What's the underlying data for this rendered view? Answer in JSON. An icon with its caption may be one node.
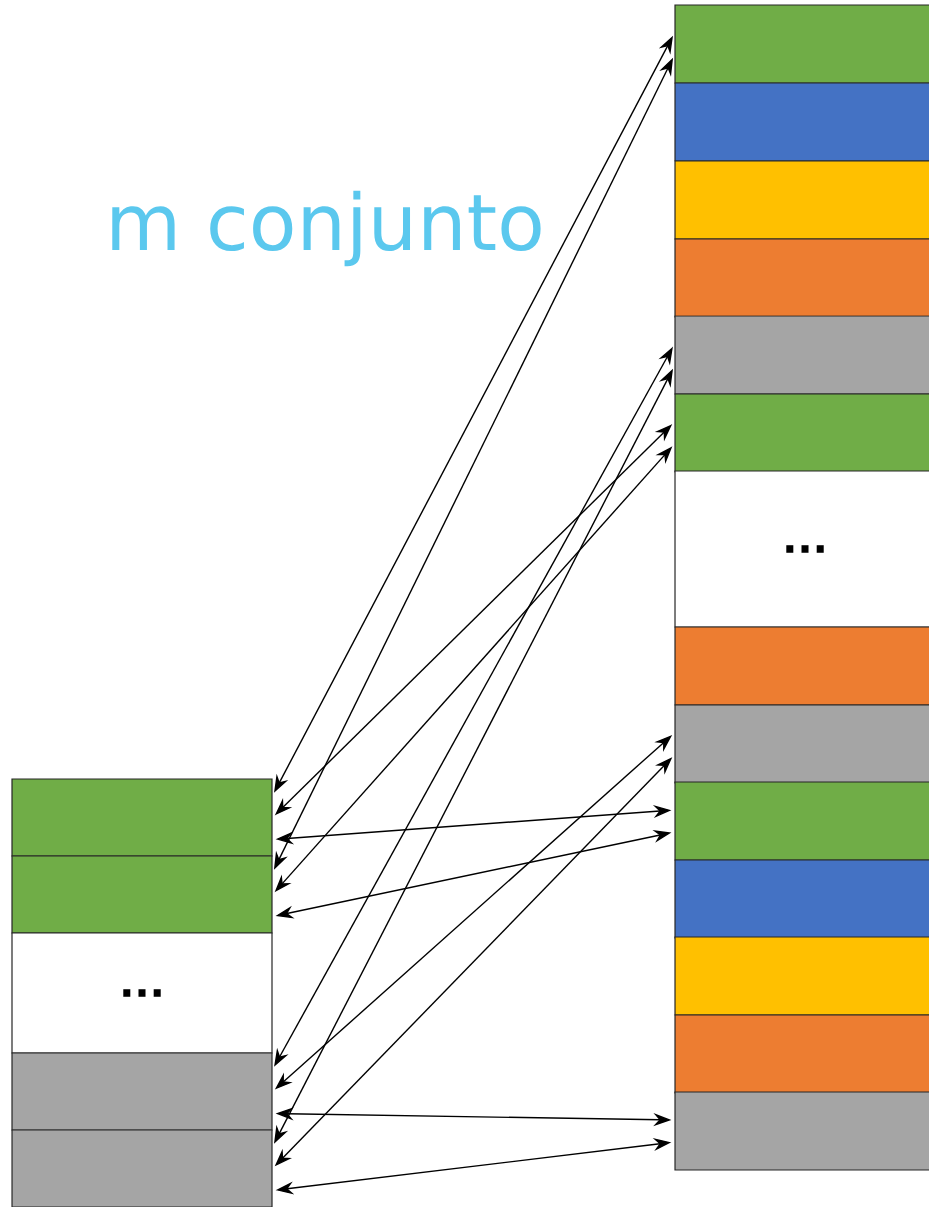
{
  "diagram": {
    "nodes": [
      {
        "text": [],
        "shape": "box"
      },
      {
        "text": [],
        "shape": "box"
      },
      {
        "text": [
          "..."
        ]
      },
      {
        "text": [],
        "shape": "box"
      },
      {
        "text": [],
        "shape": "box"
      },
      {
        "text": [],
        "shape": "box"
      },
      {
        "text": [],
        "shape": "box"
      },
      {
        "text": [],
        "shape": "box"
      },
      {
        "text": [],
        "shape": "box"
      },
      {
        "text": [],
        "shape": "box"
      },
      {
        "text": [],
        "shape": "box"
      },
      {
        "text": [
          "..."
        ]
      },
      {
        "text": [],
        "shape": "box"
      },
      {
        "text": [],
        "shape": "box"
      },
      {
        "text": [],
        "shape": "box"
      },
      {
        "text": [],
        "shape": "box"
      },
      {
        "text": [],
        "shape": "box"
      },
      {
        "text": [],
        "shape": "box"
      },
      {
        "text": [],
        "shape": "box"
      }
    ],
    "edges": [
      {
        "from": 0,
        "to": 5,
        "arrow": "both"
      },
      {
        "from": 0,
        "to": 10,
        "arrow": "both"
      },
      {
        "from": 0,
        "to": 14,
        "arrow": "both"
      },
      {
        "from": 1,
        "to": 5,
        "arrow": "both"
      },
      {
        "from": 1,
        "to": 10,
        "arrow": "both"
      },
      {
        "from": 1,
        "to": 14,
        "arrow": "both"
      },
      {
        "from": 3,
        "to": 9,
        "arrow": "both"
      },
      {
        "from": 3,
        "to": 13,
        "arrow": "both"
      },
      {
        "from": 3,
        "to": 18,
        "arrow": "both"
      },
      {
        "from": 4,
        "to": 9,
        "arrow": "both"
      },
      {
        "from": 4,
        "to": 13,
        "arrow": "both"
      },
      {
        "from": 4,
        "to": 18,
        "arrow": "both"
      }
    ],
    "labels": [
      "m conjunto"
    ]
  }
}
